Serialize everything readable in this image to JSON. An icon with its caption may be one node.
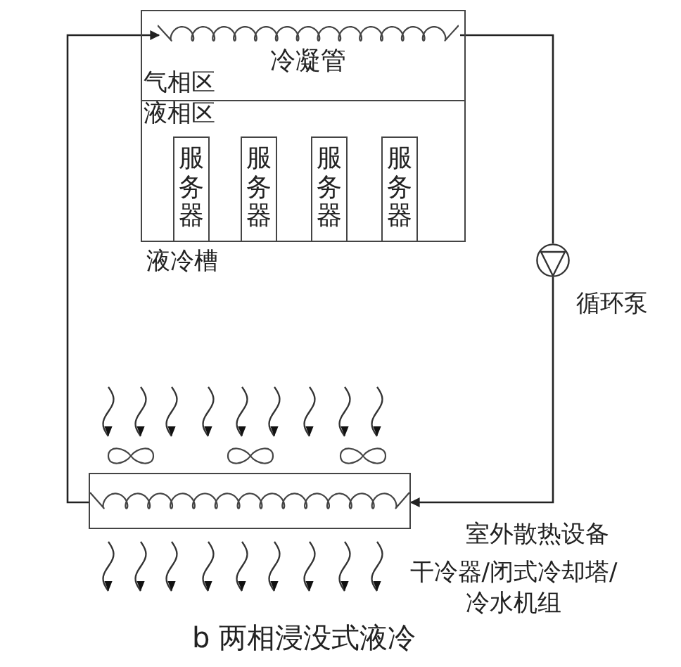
{
  "diagram": {
    "caption": "b 两相浸没式液冷",
    "nodes": [
      {
        "text": [
          "液冷槽"
        ]
      },
      {
        "text": [
          "气相区"
        ],
        "in": 0
      },
      {
        "text": [
          "液相区"
        ],
        "in": 0
      },
      {
        "text": [
          "服务器"
        ],
        "in": 2
      },
      {
        "text": [
          "服务器"
        ],
        "in": 2
      },
      {
        "text": [
          "服务器"
        ],
        "in": 2
      },
      {
        "text": [
          "服务器"
        ],
        "in": 2
      },
      {
        "text": [
          "冷凝管"
        ],
        "in": 1
      },
      {
        "text": [],
        "shape": "circle",
        "beside": [
          "循环泵"
        ]
      },
      {
        "text": [],
        "shape": "box",
        "beside": [
          "室外散热设备",
          "干冷器/闭式冷却塔/冷水机组"
        ]
      }
    ],
    "edges": [
      {
        "from": 7,
        "to": 8,
        "arrow": "none"
      },
      {
        "from": 8,
        "to": 9,
        "arrow": "to"
      },
      {
        "from": 9,
        "to": 7,
        "arrow": "to"
      }
    ]
  }
}
